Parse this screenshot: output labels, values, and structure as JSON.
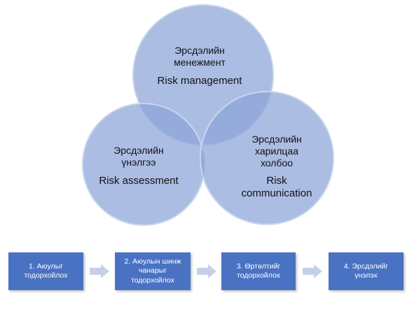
{
  "venn": {
    "fill_color": "#8aa4d8",
    "stroke_color": "#c8d5ee",
    "circles": [
      {
        "mn_lines": [
          "Эрсдэлийн",
          "менежмент"
        ],
        "en_lines": [
          "Risk management"
        ]
      },
      {
        "mn_lines": [
          "Эрсдэлийн",
          "үнэлгээ"
        ],
        "en_lines": [
          "Risk assessment"
        ]
      },
      {
        "mn_lines": [
          "Эрсдэлийн",
          "харилцаа",
          "холбоо"
        ],
        "en_lines": [
          "Risk",
          "communication"
        ]
      }
    ]
  },
  "process": {
    "box_color": "#4a72c3",
    "arrow_color": "#c5d0e6",
    "steps": [
      {
        "lines": [
          "1. Аюулыг",
          "тодорхойлох"
        ]
      },
      {
        "lines": [
          "2. Аюулын шинж",
          "чанарыг",
          "тодорхойлох"
        ]
      },
      {
        "lines": [
          "3. Өртөлтийг",
          "тодорхойлох"
        ]
      },
      {
        "lines": [
          "4. Эрсдэлийг",
          "үнэлэх"
        ]
      }
    ]
  }
}
